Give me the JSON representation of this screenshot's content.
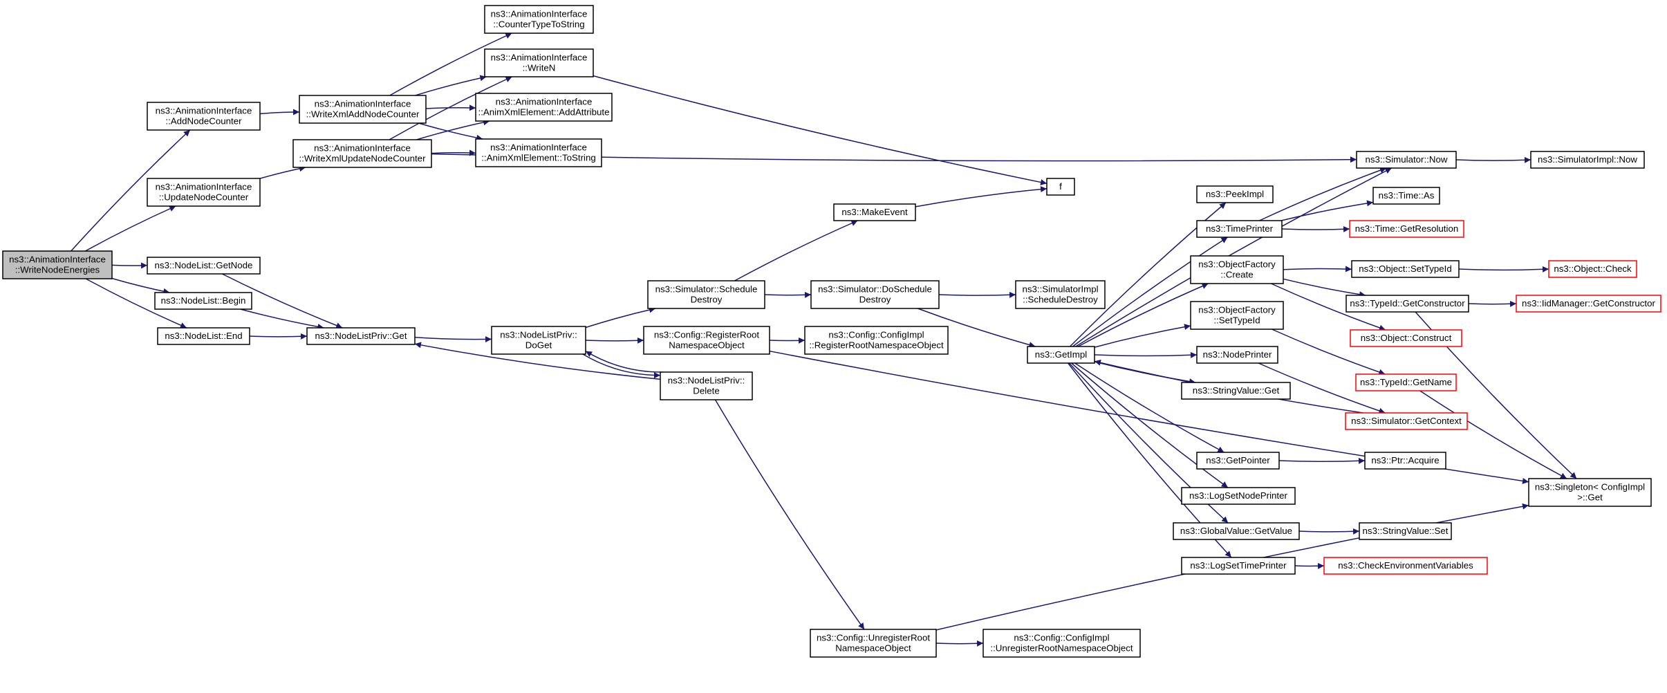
{
  "graph": {
    "nodes": [
      {
        "id": "root",
        "lines": [
          "ns3::AnimationInterface",
          "::WriteNodeEnergies"
        ],
        "style": "root"
      },
      {
        "id": "addNodeCounter",
        "lines": [
          "ns3::AnimationInterface",
          "::AddNodeCounter"
        ],
        "style": "normal"
      },
      {
        "id": "updateNodeCounter",
        "lines": [
          "ns3::AnimationInterface",
          "::UpdateNodeCounter"
        ],
        "style": "normal"
      },
      {
        "id": "nodeListGetNode",
        "lines": [
          "ns3::NodeList::GetNode"
        ],
        "style": "normal"
      },
      {
        "id": "nodeListBegin",
        "lines": [
          "ns3::NodeList::Begin"
        ],
        "style": "normal"
      },
      {
        "id": "nodeListEnd",
        "lines": [
          "ns3::NodeList::End"
        ],
        "style": "normal"
      },
      {
        "id": "writeXmlAddNodeCounter",
        "lines": [
          "ns3::AnimationInterface",
          "::WriteXmlAddNodeCounter"
        ],
        "style": "normal"
      },
      {
        "id": "writeXmlUpdateNodeCounter",
        "lines": [
          "ns3::AnimationInterface",
          "::WriteXmlUpdateNodeCounter"
        ],
        "style": "normal"
      },
      {
        "id": "nodeListPrivGet",
        "lines": [
          "ns3::NodeListPriv::Get"
        ],
        "style": "normal"
      },
      {
        "id": "counterTypeToString",
        "lines": [
          "ns3::AnimationInterface",
          "::CounterTypeToString"
        ],
        "style": "normal"
      },
      {
        "id": "writeN",
        "lines": [
          "ns3::AnimationInterface",
          "::WriteN"
        ],
        "style": "normal"
      },
      {
        "id": "addAttribute",
        "lines": [
          "ns3::AnimationInterface",
          "::AnimXmlElement::AddAttribute"
        ],
        "style": "normal"
      },
      {
        "id": "toString",
        "lines": [
          "ns3::AnimationInterface",
          "::AnimXmlElement::ToString"
        ],
        "style": "normal"
      },
      {
        "id": "nodeListPrivDoGet",
        "lines": [
          "ns3::NodeListPriv::",
          "DoGet"
        ],
        "style": "normal"
      },
      {
        "id": "simScheduleDestroy",
        "lines": [
          "ns3::Simulator::Schedule",
          "Destroy"
        ],
        "style": "normal"
      },
      {
        "id": "configRegisterRoot",
        "lines": [
          "ns3::Config::RegisterRoot",
          "NamespaceObject"
        ],
        "style": "normal"
      },
      {
        "id": "nodeListPrivDelete",
        "lines": [
          "ns3::NodeListPriv::",
          "Delete"
        ],
        "style": "normal"
      },
      {
        "id": "makeEvent",
        "lines": [
          "ns3::MakeEvent"
        ],
        "style": "normal"
      },
      {
        "id": "simDoScheduleDestroy",
        "lines": [
          "ns3::Simulator::DoSchedule",
          "Destroy"
        ],
        "style": "normal"
      },
      {
        "id": "configImplRegister",
        "lines": [
          "ns3::Config::ConfigImpl",
          "::RegisterRootNamespaceObject"
        ],
        "style": "normal"
      },
      {
        "id": "configUnregisterRoot",
        "lines": [
          "ns3::Config::UnregisterRoot",
          "NamespaceObject"
        ],
        "style": "normal"
      },
      {
        "id": "configImplUnregister",
        "lines": [
          "ns3::Config::ConfigImpl",
          "::UnregisterRootNamespaceObject"
        ],
        "style": "normal"
      },
      {
        "id": "f",
        "lines": [
          "f"
        ],
        "style": "normal"
      },
      {
        "id": "simImplScheduleDestroy",
        "lines": [
          "ns3::SimulatorImpl",
          "::ScheduleDestroy"
        ],
        "style": "normal"
      },
      {
        "id": "getImpl",
        "lines": [
          "ns3::GetImpl"
        ],
        "style": "normal"
      },
      {
        "id": "peekImpl",
        "lines": [
          "ns3::PeekImpl"
        ],
        "style": "normal"
      },
      {
        "id": "timePrinter",
        "lines": [
          "ns3::TimePrinter"
        ],
        "style": "normal"
      },
      {
        "id": "objectFactoryCreate",
        "lines": [
          "ns3::ObjectFactory",
          "::Create"
        ],
        "style": "normal"
      },
      {
        "id": "objectFactorySetTypeId",
        "lines": [
          "ns3::ObjectFactory",
          "::SetTypeId"
        ],
        "style": "normal"
      },
      {
        "id": "nodePrinter",
        "lines": [
          "ns3::NodePrinter"
        ],
        "style": "normal"
      },
      {
        "id": "stringValueGet",
        "lines": [
          "ns3::StringValue::Get"
        ],
        "style": "normal"
      },
      {
        "id": "getPointer",
        "lines": [
          "ns3::GetPointer"
        ],
        "style": "normal"
      },
      {
        "id": "logSetNodePrinter",
        "lines": [
          "ns3::LogSetNodePrinter"
        ],
        "style": "normal"
      },
      {
        "id": "globalValueGetValue",
        "lines": [
          "ns3::GlobalValue::GetValue"
        ],
        "style": "normal"
      },
      {
        "id": "logSetTimePrinter",
        "lines": [
          "ns3::LogSetTimePrinter"
        ],
        "style": "normal"
      },
      {
        "id": "simNow",
        "lines": [
          "ns3::Simulator::Now"
        ],
        "style": "normal"
      },
      {
        "id": "timeAs",
        "lines": [
          "ns3::Time::As"
        ],
        "style": "normal"
      },
      {
        "id": "timeGetResolution",
        "lines": [
          "ns3::Time::GetResolution"
        ],
        "style": "truncated"
      },
      {
        "id": "objectSetTypeId",
        "lines": [
          "ns3::Object::SetTypeId"
        ],
        "style": "normal"
      },
      {
        "id": "typeIdGetConstructor",
        "lines": [
          "ns3::TypeId::GetConstructor"
        ],
        "style": "normal"
      },
      {
        "id": "objectConstruct",
        "lines": [
          "ns3::Object::Construct"
        ],
        "style": "truncated"
      },
      {
        "id": "typeIdGetName",
        "lines": [
          "ns3::TypeId::GetName"
        ],
        "style": "truncated"
      },
      {
        "id": "simGetContext",
        "lines": [
          "ns3::Simulator::GetContext"
        ],
        "style": "truncated"
      },
      {
        "id": "ptrAcquire",
        "lines": [
          "ns3::Ptr::Acquire"
        ],
        "style": "normal"
      },
      {
        "id": "stringValueSet",
        "lines": [
          "ns3::StringValue::Set"
        ],
        "style": "normal"
      },
      {
        "id": "checkEnvVars",
        "lines": [
          "ns3::CheckEnvironmentVariables"
        ],
        "style": "truncated"
      },
      {
        "id": "simImplNow",
        "lines": [
          "ns3::SimulatorImpl::Now"
        ],
        "style": "normal"
      },
      {
        "id": "objectCheck",
        "lines": [
          "ns3::Object::Check"
        ],
        "style": "truncated"
      },
      {
        "id": "iidManagerGetConstructor",
        "lines": [
          "ns3::IidManager::GetConstructor"
        ],
        "style": "truncated"
      },
      {
        "id": "singletonGet",
        "lines": [
          "ns3::Singleton< ConfigImpl",
          " >::Get"
        ],
        "style": "normal"
      }
    ],
    "edges": [
      {
        "from": "root",
        "to": "addNodeCounter"
      },
      {
        "from": "root",
        "to": "updateNodeCounter"
      },
      {
        "from": "root",
        "to": "nodeListGetNode"
      },
      {
        "from": "root",
        "to": "nodeListBegin"
      },
      {
        "from": "root",
        "to": "nodeListEnd"
      },
      {
        "from": "addNodeCounter",
        "to": "writeXmlAddNodeCounter"
      },
      {
        "from": "updateNodeCounter",
        "to": "writeXmlUpdateNodeCounter"
      },
      {
        "from": "nodeListGetNode",
        "to": "nodeListPrivGet"
      },
      {
        "from": "nodeListBegin",
        "to": "nodeListPrivGet"
      },
      {
        "from": "nodeListEnd",
        "to": "nodeListPrivGet"
      },
      {
        "from": "writeXmlAddNodeCounter",
        "to": "counterTypeToString"
      },
      {
        "from": "writeXmlAddNodeCounter",
        "to": "writeN"
      },
      {
        "from": "writeXmlAddNodeCounter",
        "to": "addAttribute"
      },
      {
        "from": "writeXmlAddNodeCounter",
        "to": "toString"
      },
      {
        "from": "writeXmlUpdateNodeCounter",
        "to": "writeN"
      },
      {
        "from": "writeXmlUpdateNodeCounter",
        "to": "addAttribute"
      },
      {
        "from": "writeXmlUpdateNodeCounter",
        "to": "toString"
      },
      {
        "from": "writeXmlUpdateNodeCounter",
        "to": "simNow"
      },
      {
        "from": "writeN",
        "to": "f"
      },
      {
        "from": "nodeListPrivGet",
        "to": "nodeListPrivDoGet"
      },
      {
        "from": "nodeListPrivDoGet",
        "to": "simScheduleDestroy"
      },
      {
        "from": "nodeListPrivDoGet",
        "to": "configRegisterRoot"
      },
      {
        "from": "nodeListPrivDoGet",
        "to": "nodeListPrivDelete"
      },
      {
        "from": "nodeListPrivDelete",
        "to": "nodeListPrivDoGet"
      },
      {
        "from": "nodeListPrivDelete",
        "to": "nodeListPrivGet"
      },
      {
        "from": "nodeListPrivDelete",
        "to": "configUnregisterRoot"
      },
      {
        "from": "simScheduleDestroy",
        "to": "makeEvent"
      },
      {
        "from": "simScheduleDestroy",
        "to": "simDoScheduleDestroy"
      },
      {
        "from": "configRegisterRoot",
        "to": "configImplRegister"
      },
      {
        "from": "configRegisterRoot",
        "to": "singletonGet"
      },
      {
        "from": "makeEvent",
        "to": "f"
      },
      {
        "from": "simDoScheduleDestroy",
        "to": "simImplScheduleDestroy"
      },
      {
        "from": "simDoScheduleDestroy",
        "to": "getImpl"
      },
      {
        "from": "configUnregisterRoot",
        "to": "configImplUnregister"
      },
      {
        "from": "configUnregisterRoot",
        "to": "singletonGet"
      },
      {
        "from": "getImpl",
        "to": "peekImpl"
      },
      {
        "from": "getImpl",
        "to": "timePrinter"
      },
      {
        "from": "getImpl",
        "to": "objectFactoryCreate"
      },
      {
        "from": "getImpl",
        "to": "objectFactorySetTypeId"
      },
      {
        "from": "getImpl",
        "to": "nodePrinter"
      },
      {
        "from": "getImpl",
        "to": "stringValueGet"
      },
      {
        "from": "getImpl",
        "to": "getPointer"
      },
      {
        "from": "getImpl",
        "to": "logSetNodePrinter"
      },
      {
        "from": "getImpl",
        "to": "globalValueGetValue"
      },
      {
        "from": "getImpl",
        "to": "logSetTimePrinter"
      },
      {
        "from": "getImpl",
        "to": "simNow"
      },
      {
        "from": "simGetContext",
        "to": "getImpl"
      },
      {
        "from": "timePrinter",
        "to": "simNow"
      },
      {
        "from": "timePrinter",
        "to": "timeAs"
      },
      {
        "from": "timePrinter",
        "to": "timeGetResolution"
      },
      {
        "from": "objectFactoryCreate",
        "to": "objectSetTypeId"
      },
      {
        "from": "objectFactoryCreate",
        "to": "typeIdGetConstructor"
      },
      {
        "from": "objectFactoryCreate",
        "to": "objectConstruct"
      },
      {
        "from": "objectFactorySetTypeId",
        "to": "typeIdGetName"
      },
      {
        "from": "nodePrinter",
        "to": "simGetContext"
      },
      {
        "from": "getPointer",
        "to": "ptrAcquire"
      },
      {
        "from": "globalValueGetValue",
        "to": "stringValueSet"
      },
      {
        "from": "logSetTimePrinter",
        "to": "checkEnvVars"
      },
      {
        "from": "simNow",
        "to": "simImplNow"
      },
      {
        "from": "objectSetTypeId",
        "to": "objectCheck"
      },
      {
        "from": "typeIdGetConstructor",
        "to": "iidManagerGetConstructor"
      },
      {
        "from": "typeIdGetConstructor",
        "to": "singletonGet"
      },
      {
        "from": "typeIdGetName",
        "to": "singletonGet"
      }
    ]
  }
}
